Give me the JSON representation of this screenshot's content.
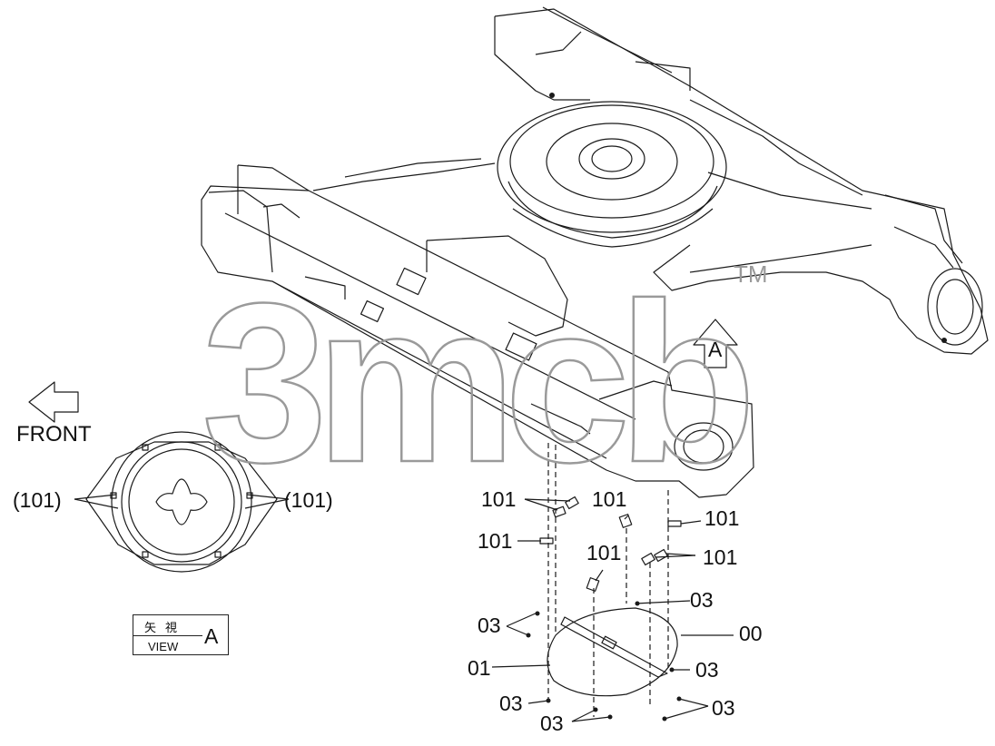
{
  "labels": {
    "front": "FRONT",
    "view_arrow": "A",
    "tm": "TM",
    "part_101": "101",
    "part_101_paren": "(101)",
    "part_03": "03",
    "part_01": "01",
    "part_00": "00"
  },
  "view_box": {
    "japanese": "矢視",
    "english": "VIEW",
    "letter": "A"
  },
  "watermark": {
    "text": "3mcb"
  }
}
